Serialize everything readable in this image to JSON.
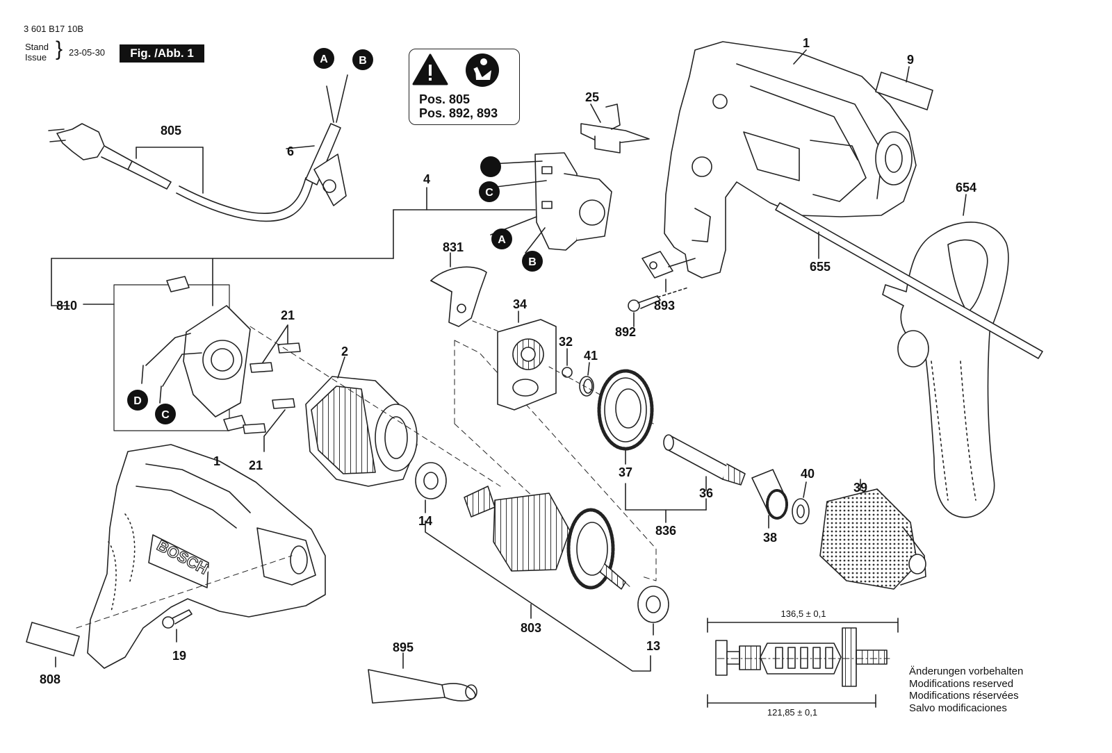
{
  "header": {
    "doc_number": "3 601 B17 10B",
    "stand_label": "Stand",
    "issue_label": "Issue",
    "date": "23-05-30",
    "figure_label": "Fig. /Abb. 1"
  },
  "warning_box": {
    "line1": "Pos. 805",
    "line2": "Pos. 892, 893"
  },
  "part_labels": {
    "p1_housing": "1",
    "p9": "9",
    "p25": "25",
    "p805": "805",
    "p6": "6",
    "p4": "4",
    "p654": "654",
    "p655": "655",
    "p893": "893",
    "p892": "892",
    "p831": "831",
    "p810": "810",
    "p21_top": "21",
    "p21_bot": "21",
    "p2": "2",
    "p34": "34",
    "p32": "32",
    "p41": "41",
    "p37": "37",
    "p36": "36",
    "p836": "836",
    "p40": "40",
    "p39": "39",
    "p38": "38",
    "p1_tool": "1",
    "p14": "14",
    "p803": "803",
    "p13": "13",
    "p19": "19",
    "p808": "808",
    "p895": "895"
  },
  "markers": {
    "A": "A",
    "B": "B",
    "C": "C",
    "D": "D"
  },
  "dimensions": {
    "top": "136,5 ± 0,1",
    "bottom": "121,85 ± 0,1"
  },
  "notes": [
    "Änderungen vorbehalten",
    "Modifications reserved",
    "Modifications réservées",
    "Salvo modificaciones"
  ]
}
